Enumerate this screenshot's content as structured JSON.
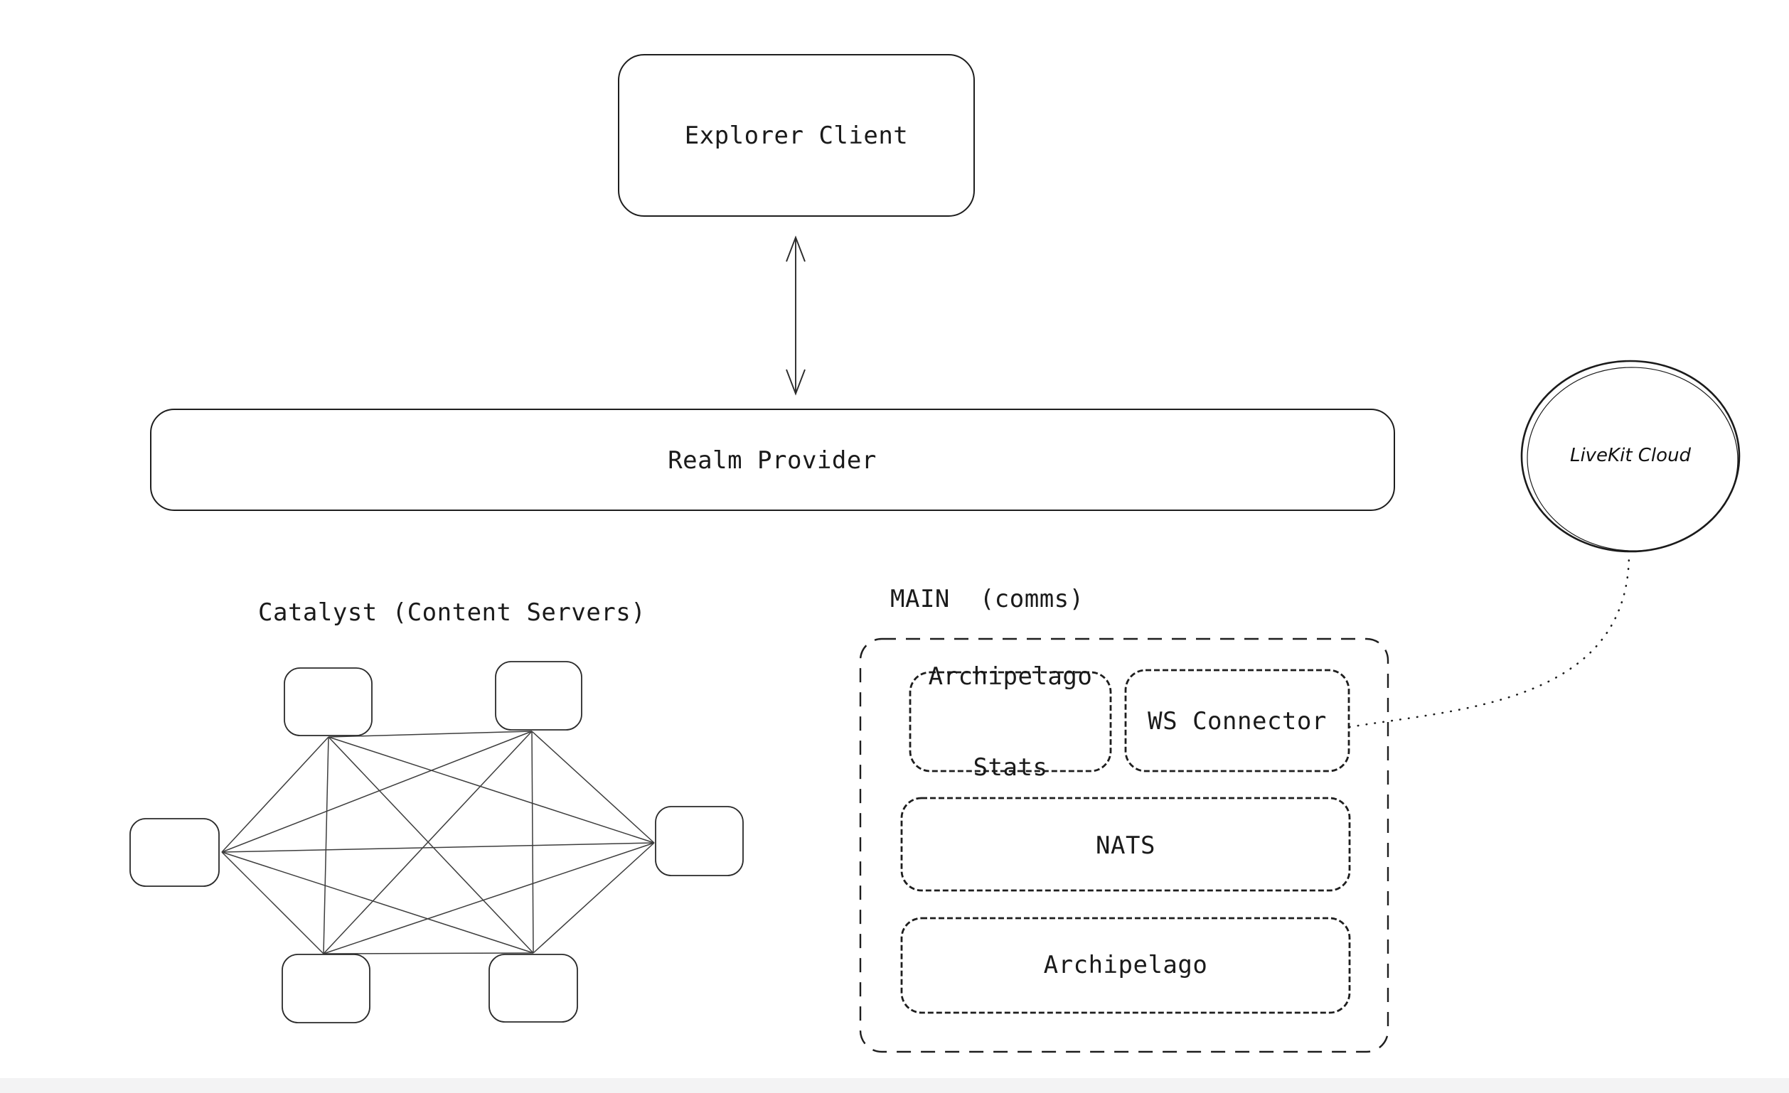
{
  "canvas": {
    "background": "#ffffff",
    "footer_strip_color": "#f3f3f4",
    "stroke_color": "#1e1e1e",
    "text_color": "#1a1a1a"
  },
  "nodes": {
    "explorer_client": {
      "label": "Explorer Client"
    },
    "realm_provider": {
      "label": "Realm Provider"
    },
    "livekit_cloud": {
      "label": "LiveKit Cloud"
    },
    "main_group": {
      "title": "MAIN  (comms)"
    },
    "archipelago_stats": {
      "line1": "Archipelago",
      "line2": "Stats"
    },
    "ws_connector": {
      "label": "WS Connector"
    },
    "nats": {
      "label": "NATS"
    },
    "archipelago": {
      "label": "Archipelago"
    }
  },
  "labels": {
    "catalyst_title": "Catalyst (Content Servers)"
  },
  "catalyst": {
    "server_count": 6,
    "topology": "full-mesh"
  },
  "connections": [
    {
      "from": "Explorer Client",
      "to": "Realm Provider",
      "style": "double-arrow"
    },
    {
      "from": "WS Connector",
      "to": "LiveKit Cloud",
      "style": "dotted-curve"
    },
    {
      "within": "Catalyst (Content Servers)",
      "style": "full-mesh",
      "node_count": 6
    }
  ]
}
